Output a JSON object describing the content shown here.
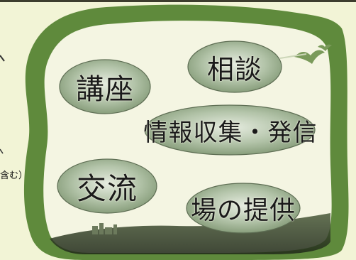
{
  "diagram": {
    "nodes": [
      {
        "id": "soudan",
        "label": "相談"
      },
      {
        "id": "kouza",
        "label": "講座"
      },
      {
        "id": "jouhou",
        "label": "情報収集・発信"
      },
      {
        "id": "kouryuu",
        "label": "交流"
      },
      {
        "id": "ba",
        "label": "場の提供"
      }
    ],
    "edge_text": "含む）"
  },
  "colors": {
    "background": "#f2f4d6",
    "frame_outer": "#5f8a3c",
    "frame_inner": "#f4f5e2",
    "pill_fill": "#8fa884",
    "hill": "#2e3a24"
  }
}
